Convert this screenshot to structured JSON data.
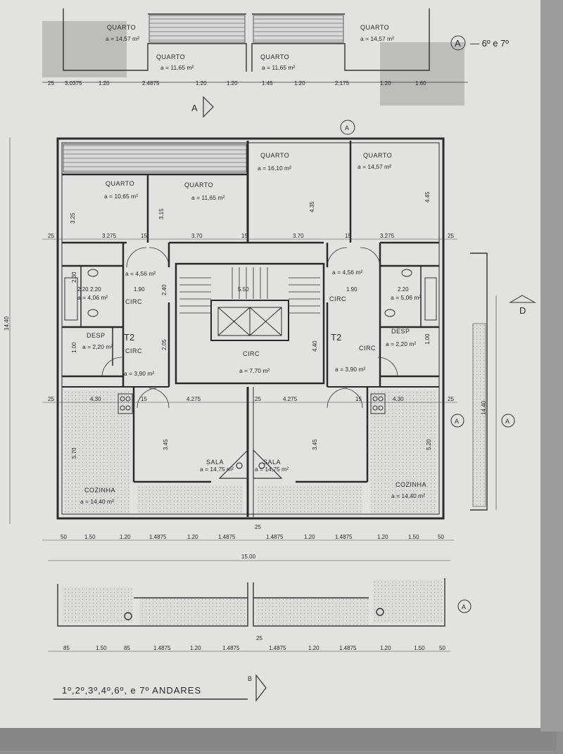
{
  "sheet": {
    "title": "1º,2º,3º,4º,6º, e 7º ANDARES",
    "marker_top": "A — 6º e 7º",
    "section_a": "A",
    "section_b": "B",
    "section_d": "D"
  },
  "top_partial": {
    "rooms": [
      {
        "label": "QUARTO",
        "area": "a = 14,57 m²"
      },
      {
        "label": "QUARTO",
        "area": "a = 11,65 m²"
      },
      {
        "label": "QUARTO",
        "area": "a = 11,65 m²"
      },
      {
        "label": "QUARTO",
        "area": "a = 14,57 m²"
      }
    ],
    "dims": [
      "25",
      "3.0375",
      "1.20",
      "2.4875",
      "1.20",
      "1.20",
      "1.45",
      "1.20",
      "2.175",
      "1.20",
      "1.60"
    ]
  },
  "plan": {
    "rooms": {
      "quarto1": {
        "label": "QUARTO",
        "area": "a = 10,65 m²"
      },
      "quarto2": {
        "label": "QUARTO",
        "area": "a = 11,65 m²"
      },
      "quarto3": {
        "label": "QUARTO",
        "area": "a = 16,10 m²"
      },
      "quarto4": {
        "label": "QUARTO",
        "area": "a = 14,57 m²"
      },
      "circ_l": {
        "label": "CIRC",
        "area": "a = 4,56 m²"
      },
      "bath_l": {
        "area": "a = 4,06 m²"
      },
      "desp_l": {
        "label": "DESP",
        "area": "a = 2,20 m²"
      },
      "t2_l": {
        "label": "T2"
      },
      "circ_l2": {
        "label": "CIRC",
        "area": "a = 3,90 m²"
      },
      "circ_c": {
        "label": "CIRC",
        "area": "a = 7,70 m²"
      },
      "circ_r": {
        "label": "CIRC",
        "area": "a = 4,56 m²"
      },
      "bath_r": {
        "area": "a = 5,06 m²"
      },
      "desp_r": {
        "label": "DESP",
        "area": "a = 2,20 m²"
      },
      "t2_r": {
        "label": "T2"
      },
      "circ_r2": {
        "label": "CIRC",
        "area": "a = 3,90 m²"
      },
      "sala_l": {
        "label": "SALA",
        "area": "a = 14,75 m²"
      },
      "sala_r": {
        "label": "SALA",
        "area": "a = 14,75 m²"
      },
      "cozinha_l": {
        "label": "COZINHA",
        "area": "a = 14,40 m²"
      },
      "cozinha_r": {
        "label": "COZINHA",
        "area": "a = 14,40 m²"
      }
    },
    "dims_row1": [
      "25",
      "3.275",
      "15",
      "3.70",
      "15",
      "3.70",
      "15",
      "3.275",
      "25"
    ],
    "dims_row2": [
      "25",
      "4.30",
      "15",
      "4.275",
      "25",
      "4.275",
      "15",
      "4.30",
      "25"
    ],
    "dims_vert": [
      "3.25",
      "3.15",
      "4.35",
      "4.45",
      "2.30",
      "2.20",
      "1.00",
      "2.05",
      "4.40",
      "5.70",
      "3.45",
      "3.45",
      "5.20",
      "2.40"
    ],
    "dims_small": [
      "1.90",
      "2.20",
      "1.90",
      "2.20",
      "5.50",
      "1.00"
    ],
    "dims_bottom": [
      "50",
      "1.50",
      "1.20",
      "1.4875",
      "1.20",
      "1.4875",
      "25",
      "1.4875",
      "1.20",
      "1.4875",
      "1.20",
      "1.50",
      "50"
    ],
    "total": "15.00",
    "left_total": "14.40",
    "side_total": "14.40"
  },
  "bottom_partial": {
    "dims": [
      "85",
      "1.50",
      "85",
      "1.4875",
      "1.20",
      "1.4875",
      "25",
      "1.4875",
      "1.20",
      "1.4875",
      "1.20",
      "1.50",
      "50"
    ]
  }
}
